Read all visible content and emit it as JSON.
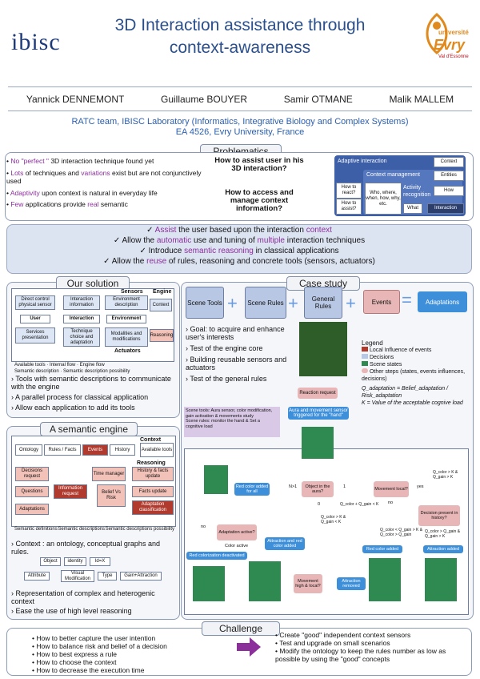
{
  "header": {
    "title": "3D Interaction assistance through context-awareness",
    "ibisc_logo": "ibisc",
    "evry_logo_top": "université",
    "evry_logo_main": "Evry",
    "evry_logo_sub": "Val d'Essonne"
  },
  "authors": [
    "Yannick DENNEMONT",
    "Guillaume BOUYER",
    "Samir OTMANE",
    "Malik MALLEM"
  ],
  "affiliation": {
    "line1": "RATC team, IBISC Laboratory (Informatics, Integrative Biology and Complex Systems)",
    "line2": "EA 4526, Evry University, France"
  },
  "problematics": {
    "title": "Problematics",
    "items": [
      {
        "hl": "No \"perfect \"",
        "rest": " 3D interaction technique found yet"
      },
      {
        "hl": "Lots",
        "rest": " of techniques and ",
        "hl2": "variations",
        "rest2": " exist but are not conjunctively used"
      },
      {
        "hl": "Adaptivity",
        "rest": " upon context is natural in everyday life"
      },
      {
        "hl": "Few",
        "rest": " applications provide ",
        "hl2": "real",
        "rest2": " semantic"
      }
    ],
    "q1": "How to assist user in his 3D interaction?",
    "q2": "How to access and manage context information?",
    "diagram": {
      "adaptive": "Adaptive interaction",
      "context": "Context",
      "context_mgmt": "Context management",
      "entities": "Entities",
      "how_react": "How to react?",
      "how_assist": "How to assist?",
      "who_where": "Who, where, when, how, why, etc.",
      "activity": "Activity recognition",
      "how": "How",
      "what": "What",
      "interaction": "Interaction"
    }
  },
  "assist": {
    "line1_hl": "Assist",
    "line1_a": " the user based upon the interaction ",
    "line1_b": "context",
    "line2_a": "Allow the ",
    "line2_hl": "automatic",
    "line2_b": " use and tuning of ",
    "line2_hl2": "multiple",
    "line2_c": " interaction techniques",
    "line3_a": "Introduce ",
    "line3_hl": "semantic reasoning",
    "line3_b": " in classical applications",
    "line4_a": "Allow the ",
    "line4_hl": "reuse",
    "line4_b": " of rules, reasoning and concrete tools (sensors, actuators)"
  },
  "solution": {
    "title": "Our solution",
    "sensors": "Sensors",
    "engine": "Engine",
    "actuators": "Actuators",
    "direct": "Direct control physical sensor",
    "interaction_info": "Interaction information",
    "env_desc": "Environment description",
    "context": "Context",
    "user": "User",
    "interaction": "Interaction",
    "environment": "Environment",
    "services": "Services presentation",
    "technique": "Technique choice and adaptation",
    "modalities": "Modalities and modifications",
    "reasoning": "Reasoning",
    "legend1": "Available tools",
    "legend2": "Internal flow",
    "legend3": "Engine flow",
    "legend4": "Semantic description",
    "legend5": "Semantic description possibility",
    "b1": "Tools with semantic descriptions to communicate with the engine",
    "b2": "A parallel process for classical application",
    "b3": "Allow each application to add its tools"
  },
  "engine": {
    "title": "A semantic engine",
    "context": "Context",
    "ontology": "Ontology",
    "rules": "Rules / Facts",
    "events": "Events",
    "history": "History",
    "available_tools": "Available tools",
    "reasoning": "Reasoning",
    "decisions": "Decisions request",
    "time_manager": "Time manager",
    "history_facts": "History & facts update",
    "questions": "Questions",
    "info_request": "Information request",
    "belief": "Belief Vs Risk",
    "facts_update": "Facts update",
    "adaptations": "Adaptations",
    "adapt_class": "Adaptation classification",
    "leg1": "Semantic definitions",
    "leg2": "Semantic descriptions",
    "leg3": "Semantic descriptions possibility",
    "b1": "Context : an ontology, conceptual graphs and rules.",
    "onto_object": "Object",
    "onto_identity": "identity",
    "onto_id": "Id=X",
    "onto_attribute": "Attribute",
    "onto_visual": "Visual Modification",
    "onto_type": "Type",
    "onto_gain": "Gain+Attraction",
    "b2": "Representation of complex and heterogenic context",
    "b3": "Ease the use of high level reasoning"
  },
  "case": {
    "title": "Case study",
    "scene_tools": "Scene Tools",
    "scene_rules": "Scene Rules",
    "general_rules": "General Rules",
    "events": "Events",
    "adaptations": "Adaptations",
    "goal": "Goal: to acquire and enhance user's interests",
    "test1": "Test of the engine core",
    "building": "Building reusable sensors and actuators",
    "test2": "Test of the general rules",
    "legend_title": "Legend",
    "leg_local": "Local Influence of events",
    "leg_decisions": "Decisions",
    "leg_scene": "Scene states",
    "leg_other": "Other steps (states, events influences, decisions)",
    "formula1": "Q_adaptation = Belief_adaptation / Risk_adaptation",
    "formula2": "K = Value of the acceptable cognive load",
    "scene_tools_desc": "Scene tools: Aura sensor, color modification, gain activation & movements study",
    "scene_rules_desc": "Scene rules: monitor the hand & Set a cognitive load",
    "reaction": "Reaction request",
    "aura_trigger": "Aura and movement sensor triggered for the \"hand\"",
    "n_gt_1": "N>1",
    "one": "1",
    "zero": "0",
    "object_aura": "Object in the aura?",
    "red_all": "Red color added for all",
    "movement_local": "Movement local?",
    "yes": "yes",
    "no": "no",
    "q_lt_k": "Q_color + Q_gain < K",
    "decision_hist": "Decision present in history?",
    "adapt_active": "Adaptation active?",
    "color_active": "Color active",
    "red_deact": "Red colorization deactivated",
    "attr_red": "Attraction and red color added",
    "red_added": "Red color added",
    "attr_added": "Attraction added",
    "move_high": "Movement high & local?",
    "attr_removed": "Attraction removed",
    "cond1": "Q_color > K & Q_gain < K",
    "cond2": "Q_color < Q_gain > K & Q_color > Q_gain",
    "cond3": "Q_color > Q_gain & Q_gain > K",
    "cond4": "Q_color > K & Q_gain > K"
  },
  "challenge": {
    "title": "Challenge",
    "left": [
      "How to better capture the user intention",
      "How to balance risk and belief of a decision",
      "How to best express a rule",
      "How to choose the context",
      "How to decrease the execution time"
    ],
    "right": [
      "Create \"good\" independent context sensors",
      "Test and upgrade on small scenarios",
      "Modify the ontology to keep the rules number as low as possible by using the \"good\" concepts"
    ]
  },
  "colors": {
    "title_blue": "#2a4f8c",
    "purple": "#8b2f9b",
    "accent_red": "#c0392b"
  }
}
